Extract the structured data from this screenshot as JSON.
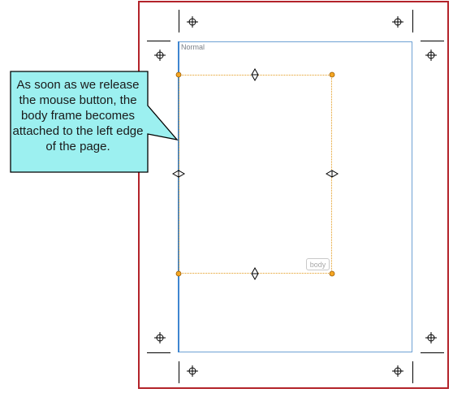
{
  "page": {
    "master_name": "Normal",
    "frame_name": "body"
  },
  "callout": {
    "text": "As soon as we release the mouse button, the body frame becomes attached to the left edge of the page."
  },
  "colors": {
    "page_border": "#b3232a",
    "page_area_border": "#6ea1d4",
    "attached_edge": "#3f86d1",
    "frame_border": "#e39a1c",
    "handle_fill": "#f5a623",
    "callout_fill": "#9cf0f0"
  },
  "icons": {
    "registration_mark": "crosshair-circle",
    "vertical_resize": "diamond-vertical",
    "horizontal_resize": "diamond-horizontal"
  }
}
